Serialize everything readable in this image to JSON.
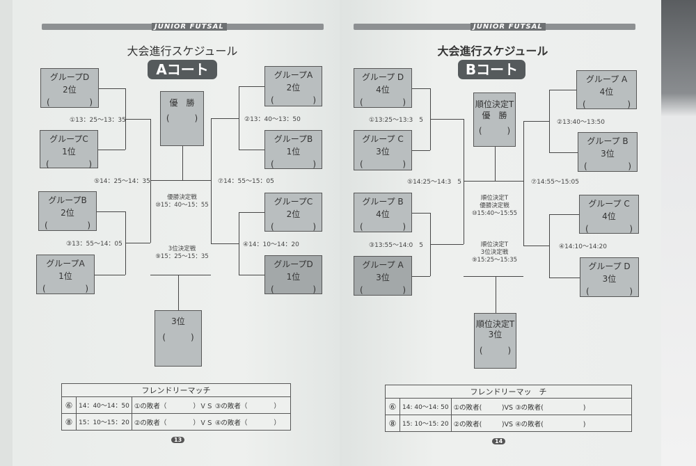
{
  "logo": "JUNIOR FUTSAL",
  "pages": [
    {
      "title": "大会進行スケジュール",
      "court": "Aコート",
      "page_number": "13",
      "final": {
        "label": "優　勝",
        "blank": "(　　　)"
      },
      "third": {
        "label": "3位",
        "blank": "(　　　)"
      },
      "left_boxes": [
        {
          "group": "グループD",
          "rank": "2位"
        },
        {
          "group": "グループC",
          "rank": "1位"
        },
        {
          "group": "グループB",
          "rank": "2位"
        },
        {
          "group": "グループA",
          "rank": "1位"
        }
      ],
      "right_boxes": [
        {
          "group": "グループA",
          "rank": "2位"
        },
        {
          "group": "グループB",
          "rank": "1位"
        },
        {
          "group": "グループC",
          "rank": "2位"
        },
        {
          "group": "グループD",
          "rank": "1位"
        }
      ],
      "matches": {
        "m1": "①13：25〜13：35",
        "m2": "②13：40〜13：50",
        "m3": "③13：55〜14：05",
        "m4": "④14：10〜14：20",
        "m5": "⑤14：25〜14：35",
        "m7": "⑦14：55〜15：05"
      },
      "final_match": [
        "優勝決定戦",
        "⑩15：40〜15：55"
      ],
      "third_match": [
        "3位決定戦",
        "⑨15：25〜15：35"
      ],
      "friendly": {
        "title": "フレンドリーマッチ",
        "rows": [
          {
            "no": "⑥",
            "time": "14：40〜14：50",
            "desc": "①の敗者（　　　　）ＶＳ ③の敗者（　　　　）"
          },
          {
            "no": "⑧",
            "time": "15：10〜15：20",
            "desc": "②の敗者（　　　　）ＶＳ ④の敗者（　　　　）"
          }
        ]
      }
    },
    {
      "title": "大会進行スケジュール",
      "court": "Bコート",
      "page_number": "14",
      "final": {
        "label": "順位決定T\n優　勝",
        "blank": "(　　　)"
      },
      "third": {
        "label": "順位決定T\n3位",
        "blank": "(　　　)"
      },
      "left_boxes": [
        {
          "group": "グループ D",
          "rank": "4位"
        },
        {
          "group": "グループ C",
          "rank": "3位"
        },
        {
          "group": "グループ B",
          "rank": "4位"
        },
        {
          "group": "グループ A",
          "rank": "3位"
        }
      ],
      "right_boxes": [
        {
          "group": "グループ A",
          "rank": "4位"
        },
        {
          "group": "グループ B",
          "rank": "3位"
        },
        {
          "group": "グループ C",
          "rank": "4位"
        },
        {
          "group": "グループ D",
          "rank": "3位"
        }
      ],
      "matches": {
        "m1": "①13:25〜13:3　5",
        "m2": "②13:40〜13:50",
        "m3": "③13:55〜14:0　5",
        "m4": "④14:10〜14:20",
        "m5": "⑤14:25〜14:3　5",
        "m7": "⑦14:55〜15:05"
      },
      "final_match": [
        "順位決定T",
        "優勝決定戦",
        "⑩15:40〜15:55"
      ],
      "third_match": [
        "順位決定T",
        "3位決定戦",
        "⑨15:25〜15:35"
      ],
      "friendly": {
        "title": "フレンドリーマッ　チ",
        "rows": [
          {
            "no": "⑥",
            "time": "14: 40〜14: 50",
            "desc": "①の敗者(　　　)VS ③の敗者(　　　　　　)"
          },
          {
            "no": "⑧",
            "time": "15: 10〜15: 20",
            "desc": "②の敗者(　　　)VS ④の敗者(　　　　　　)"
          }
        ]
      }
    }
  ],
  "blank": "(　　　　)"
}
